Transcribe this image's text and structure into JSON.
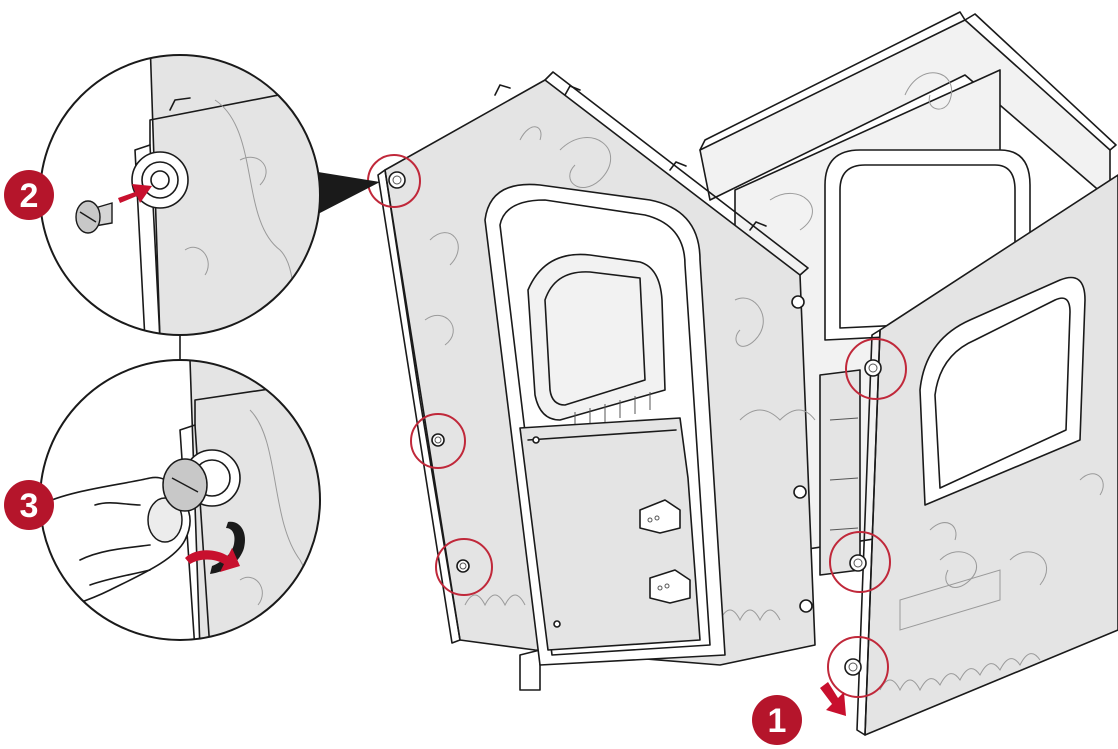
{
  "figure": {
    "steps": [
      {
        "label": "1"
      },
      {
        "label": "2"
      },
      {
        "label": "3"
      }
    ]
  },
  "colors": {
    "accent": "#b5152b",
    "highlight_ring": "#c0283a",
    "arrow": "#c8102e",
    "line": "#1a1a1a",
    "panel_fill": "#e4e4e4"
  },
  "icons": {
    "push_arrow": "red-arrow-icon",
    "turn_arrow": "black-curved-arrow-icon",
    "screw": "screw-icon",
    "hand": "hand-icon"
  }
}
